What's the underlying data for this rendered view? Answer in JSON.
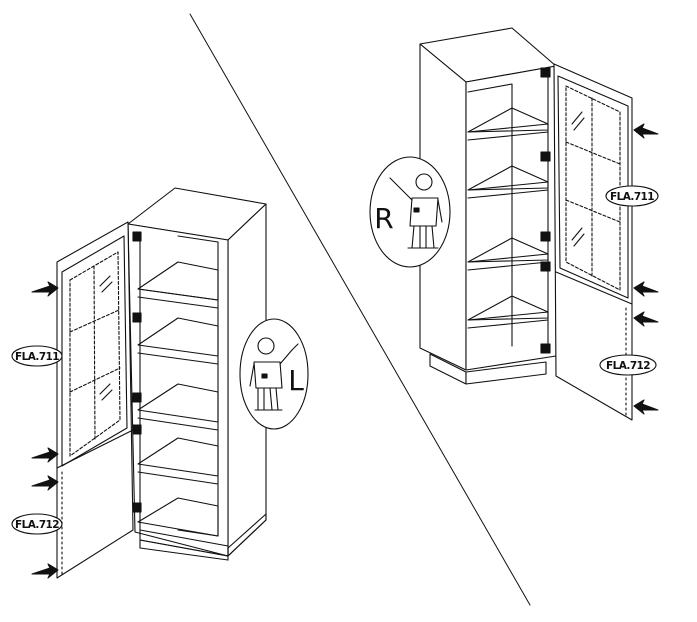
{
  "left_assembly": {
    "side_letter": "L",
    "parts": [
      {
        "code": "FLA.711"
      },
      {
        "code": "FLA.712"
      }
    ]
  },
  "right_assembly": {
    "side_letter": "R",
    "parts": [
      {
        "code": "FLA.711"
      },
      {
        "code": "FLA.712"
      }
    ]
  },
  "colors": {
    "line": "#111111",
    "background": "#ffffff"
  }
}
